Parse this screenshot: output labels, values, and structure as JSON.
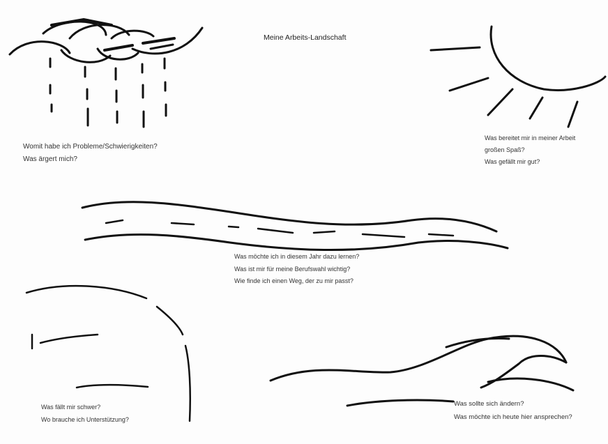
{
  "title": "Meine Arbeits-Landschaft",
  "sections": {
    "rain": {
      "icon": "rain-cloud-icon",
      "lines": [
        "Womit habe ich Probleme/Schwierigkeiten?",
        "Was ärgert mich?"
      ]
    },
    "sun": {
      "icon": "sun-icon",
      "lines": [
        "Was bereitet mir in meiner Arbeit",
        "großen Spaß?",
        "Was gefällt mir gut?"
      ]
    },
    "river": {
      "icon": "river-icon",
      "lines": [
        "Was möchte ich in diesem Jahr dazu lernen?",
        "Was ist mir für meine Berufswahl wichtig?",
        "Wie finde ich einen Weg, der zu mir passt?"
      ]
    },
    "hill": {
      "icon": "hill-icon",
      "lines": [
        "Was fällt mir schwer?",
        "Wo brauche ich Unterstützung?"
      ]
    },
    "wave": {
      "icon": "wave-icon",
      "lines": [
        "Was sollte sich ändern?",
        "Was möchte ich heute hier ansprechen?"
      ]
    }
  }
}
